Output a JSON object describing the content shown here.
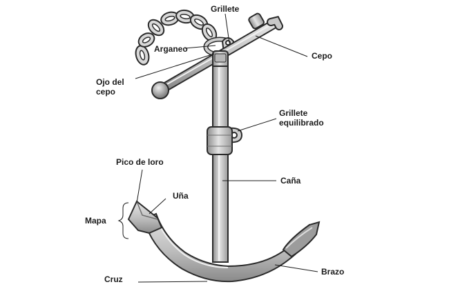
{
  "diagram": {
    "labels": {
      "grillete": "Grillete",
      "arganeo": "Arganeo",
      "cepo": "Cepo",
      "ojo_del_cepo_1": "Ojo del",
      "ojo_del_cepo_2": "cepo",
      "grillete_equilibrado_1": "Grillete",
      "grillete_equilibrado_2": "equilibrado",
      "pico_de_loro": "Pico de loro",
      "una": "Uña",
      "mapa": "Mapa",
      "cana": "Caña",
      "brazo": "Brazo",
      "cruz": "Cruz"
    }
  }
}
